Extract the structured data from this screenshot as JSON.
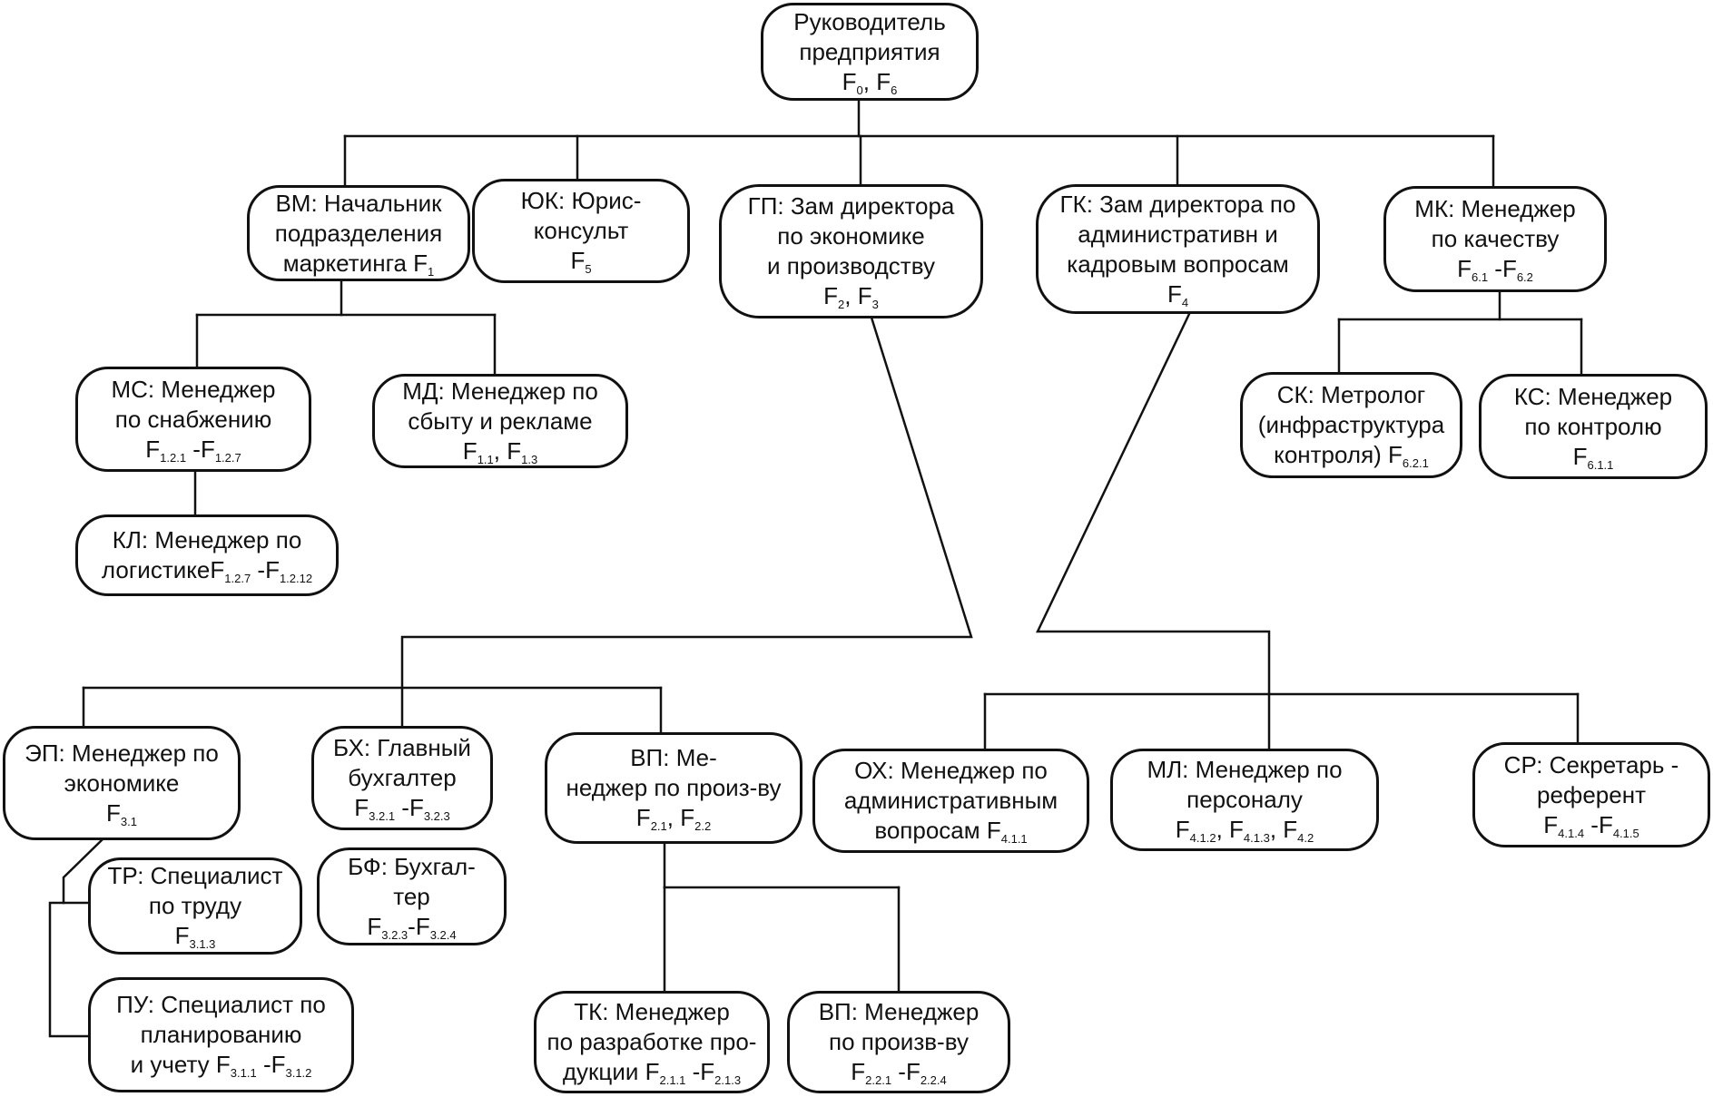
{
  "diagram": {
    "nodes": [
      {
        "id": "root",
        "lines": [
          [
            "Руководитель"
          ],
          [
            "предприятия"
          ],
          [
            "F",
            "0",
            ", F",
            "6"
          ]
        ]
      },
      {
        "id": "vm",
        "lines": [
          [
            "ВМ: Начальник"
          ],
          [
            "подразделения"
          ],
          [
            "маркетинга F",
            "1"
          ]
        ]
      },
      {
        "id": "yk",
        "lines": [
          [
            "ЮК: Юрис-"
          ],
          [
            "консульт"
          ],
          [
            "F",
            "5"
          ]
        ]
      },
      {
        "id": "gp",
        "lines": [
          [
            "ГП: Зам директора"
          ],
          [
            "по экономике"
          ],
          [
            "и производству"
          ],
          [
            "F",
            "2",
            ", F",
            "3"
          ]
        ]
      },
      {
        "id": "gk",
        "lines": [
          [
            "ГК: Зам директора по"
          ],
          [
            "административн и"
          ],
          [
            "кадровым вопросам"
          ],
          [
            "F",
            "4"
          ]
        ]
      },
      {
        "id": "mk",
        "lines": [
          [
            "МК: Менеджер"
          ],
          [
            "по качеству"
          ],
          [
            "F",
            "6.1",
            " -F",
            "6.2"
          ]
        ]
      },
      {
        "id": "ms",
        "lines": [
          [
            "МС: Менеджер"
          ],
          [
            "по снабжению"
          ],
          [
            "F",
            "1.2.1",
            " -F",
            "1.2.7"
          ]
        ]
      },
      {
        "id": "md",
        "lines": [
          [
            "МД: Менеджер по"
          ],
          [
            "сбыту и рекламе"
          ],
          [
            "F",
            "1.1",
            ", F",
            "1.3"
          ]
        ]
      },
      {
        "id": "kl",
        "lines": [
          [
            "КЛ: Менеджер по"
          ],
          [
            "логистикеF",
            "1.2.7",
            " -F",
            "1.2.12"
          ]
        ]
      },
      {
        "id": "sk",
        "lines": [
          [
            "СК: Метролог"
          ],
          [
            "(инфраструктура"
          ],
          [
            "контроля) F",
            "6.2.1"
          ]
        ]
      },
      {
        "id": "ks",
        "lines": [
          [
            "КС: Менеджер"
          ],
          [
            "по контролю"
          ],
          [
            "F",
            "6.1.1"
          ]
        ]
      },
      {
        "id": "ep",
        "lines": [
          [
            "ЭП: Менеджер по"
          ],
          [
            "экономике"
          ],
          [
            "F",
            "3.1"
          ]
        ]
      },
      {
        "id": "bx",
        "lines": [
          [
            "БХ: Главный"
          ],
          [
            "бухгалтер"
          ],
          [
            "F",
            "3.2.1",
            " -F",
            "3.2.3"
          ]
        ]
      },
      {
        "id": "vp",
        "lines": [
          [
            "ВП: Ме-"
          ],
          [
            "неджер по произ-ву"
          ],
          [
            "F",
            "2.1",
            ", F",
            "2.2"
          ]
        ]
      },
      {
        "id": "tr",
        "lines": [
          [
            "ТР: Специалист"
          ],
          [
            "по труду"
          ],
          [
            "F",
            "3.1.3"
          ]
        ]
      },
      {
        "id": "bf",
        "lines": [
          [
            "БФ: Бухгал-"
          ],
          [
            "тер"
          ],
          [
            "F",
            "3.2.3",
            "-F",
            "3.2.4"
          ]
        ]
      },
      {
        "id": "pu",
        "lines": [
          [
            "ПУ: Специалист по"
          ],
          [
            "планированию"
          ],
          [
            "и учету F",
            "3.1.1",
            " -F",
            "3.1.2"
          ]
        ]
      },
      {
        "id": "tk",
        "lines": [
          [
            "ТК: Менеджер"
          ],
          [
            "по разработке про-"
          ],
          [
            "дукции F",
            "2.1.1",
            " -F",
            "2.1.3"
          ]
        ]
      },
      {
        "id": "vp2",
        "lines": [
          [
            "ВП: Менеджер"
          ],
          [
            "по произв-ву"
          ],
          [
            "F",
            "2.2.1",
            " -F",
            "2.2.4"
          ]
        ]
      },
      {
        "id": "ox",
        "lines": [
          [
            "ОХ: Менеджер по"
          ],
          [
            "административным"
          ],
          [
            "вопросам F",
            "4.1.1"
          ]
        ]
      },
      {
        "id": "ml",
        "lines": [
          [
            "МЛ: Менеджер  по"
          ],
          [
            "персоналу"
          ],
          [
            "F",
            "4.1.2",
            ", F",
            "4.1.3",
            ", F",
            "4.2"
          ]
        ]
      },
      {
        "id": "sr",
        "lines": [
          [
            "СР: Секретарь -"
          ],
          [
            "референт"
          ],
          [
            "F",
            "4.1.4",
            " -F",
            "4.1.5"
          ]
        ]
      }
    ]
  }
}
